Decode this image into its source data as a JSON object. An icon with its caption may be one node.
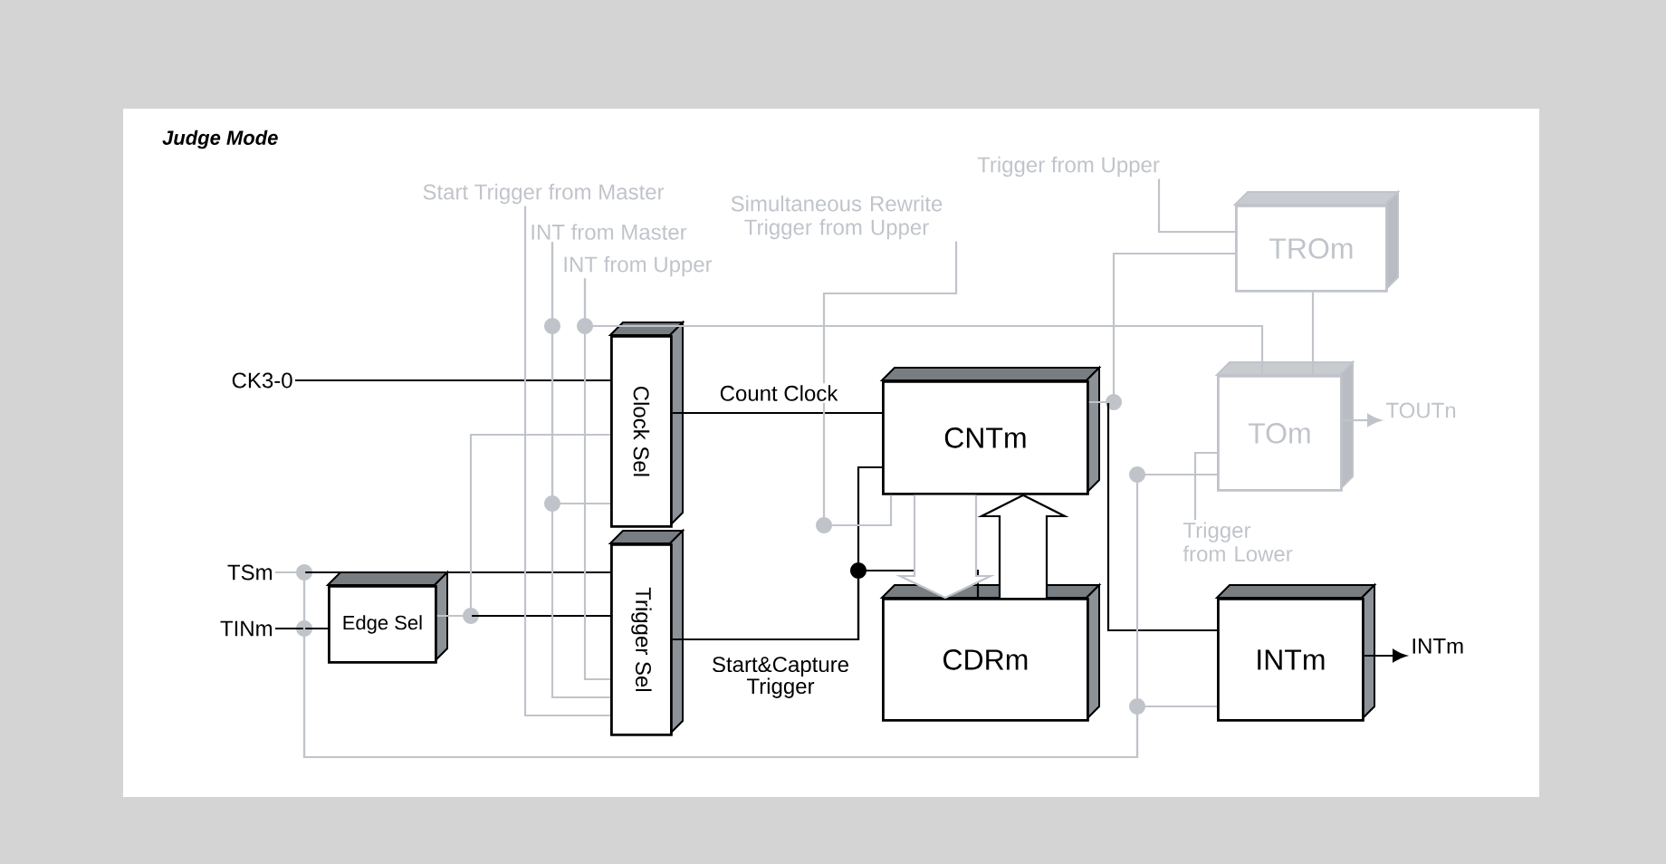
{
  "diagram": {
    "title": "Judge Mode",
    "nodes": [
      {
        "text": [
          "Clock Sel"
        ]
      },
      {
        "text": [
          "Trigger Sel"
        ]
      },
      {
        "text": [
          "Edge Sel"
        ]
      },
      {
        "text": [
          "CNTm"
        ]
      },
      {
        "text": [
          "CDRm"
        ]
      },
      {
        "text": [
          "INTm"
        ]
      },
      {
        "text": [
          "TROm"
        ]
      },
      {
        "text": [
          "TOm"
        ]
      },
      {
        "text": [
          "CK3-0"
        ]
      },
      {
        "text": [
          "TSm"
        ]
      },
      {
        "text": [
          "TINm"
        ]
      },
      {
        "text": [
          "INTm"
        ]
      },
      {
        "text": [
          "TOUTn"
        ]
      },
      {
        "text": [
          "Start Trigger from Master"
        ]
      },
      {
        "text": [
          "INT from Master"
        ]
      },
      {
        "text": [
          "INT from Upper"
        ]
      },
      {
        "text": [
          "Simultaneous Rewrite Trigger from Upper"
        ]
      },
      {
        "text": [
          "Trigger from Upper"
        ]
      },
      {
        "text": [
          "Trigger from Lower"
        ]
      }
    ],
    "edges": [
      {
        "from": 8,
        "to": 0,
        "arrow": "none",
        "color": "#000000"
      },
      {
        "from": 0,
        "to": 3,
        "arrow": "none",
        "label": "Count Clock",
        "color": "#000000"
      },
      {
        "from": 9,
        "to": 1,
        "arrow": "none",
        "color": "#000000"
      },
      {
        "from": 10,
        "to": 2,
        "arrow": "none",
        "color": "#000000"
      },
      {
        "from": 2,
        "to": 1,
        "arrow": "none",
        "color": "#000000"
      },
      {
        "from": 1,
        "to": 3,
        "arrow": "none",
        "label": "Start&Capture Trigger",
        "color": "#000000"
      },
      {
        "from": 1,
        "to": 4,
        "arrow": "none",
        "color": "#000000"
      },
      {
        "from": 4,
        "to": 3,
        "arrow": "to",
        "color": "#000000"
      },
      {
        "from": 3,
        "to": 4,
        "arrow": "to"
      },
      {
        "from": 3,
        "to": 5,
        "arrow": "none",
        "color": "#000000"
      },
      {
        "from": 5,
        "to": 11,
        "arrow": "to",
        "color": "#000000"
      },
      {
        "from": 7,
        "to": 12,
        "arrow": "to"
      },
      {
        "from": 17,
        "to": 6,
        "arrow": "none"
      },
      {
        "from": 6,
        "to": 7,
        "arrow": "none"
      },
      {
        "from": 16,
        "to": 3,
        "arrow": "none"
      },
      {
        "from": 13,
        "to": 1,
        "arrow": "none"
      },
      {
        "from": 14,
        "to": 1,
        "arrow": "none"
      },
      {
        "from": 15,
        "to": 1,
        "arrow": "none"
      },
      {
        "from": 18,
        "to": 7,
        "arrow": "none"
      },
      {
        "from": 9,
        "to": 5,
        "arrow": "none"
      },
      {
        "from": 9,
        "to": 7,
        "arrow": "none"
      },
      {
        "from": 15,
        "to": 7,
        "arrow": "none"
      },
      {
        "from": 6,
        "to": 3,
        "arrow": "none"
      },
      {
        "from": 2,
        "to": 0,
        "arrow": "none"
      },
      {
        "from": 14,
        "to": 0,
        "arrow": "none"
      }
    ]
  }
}
